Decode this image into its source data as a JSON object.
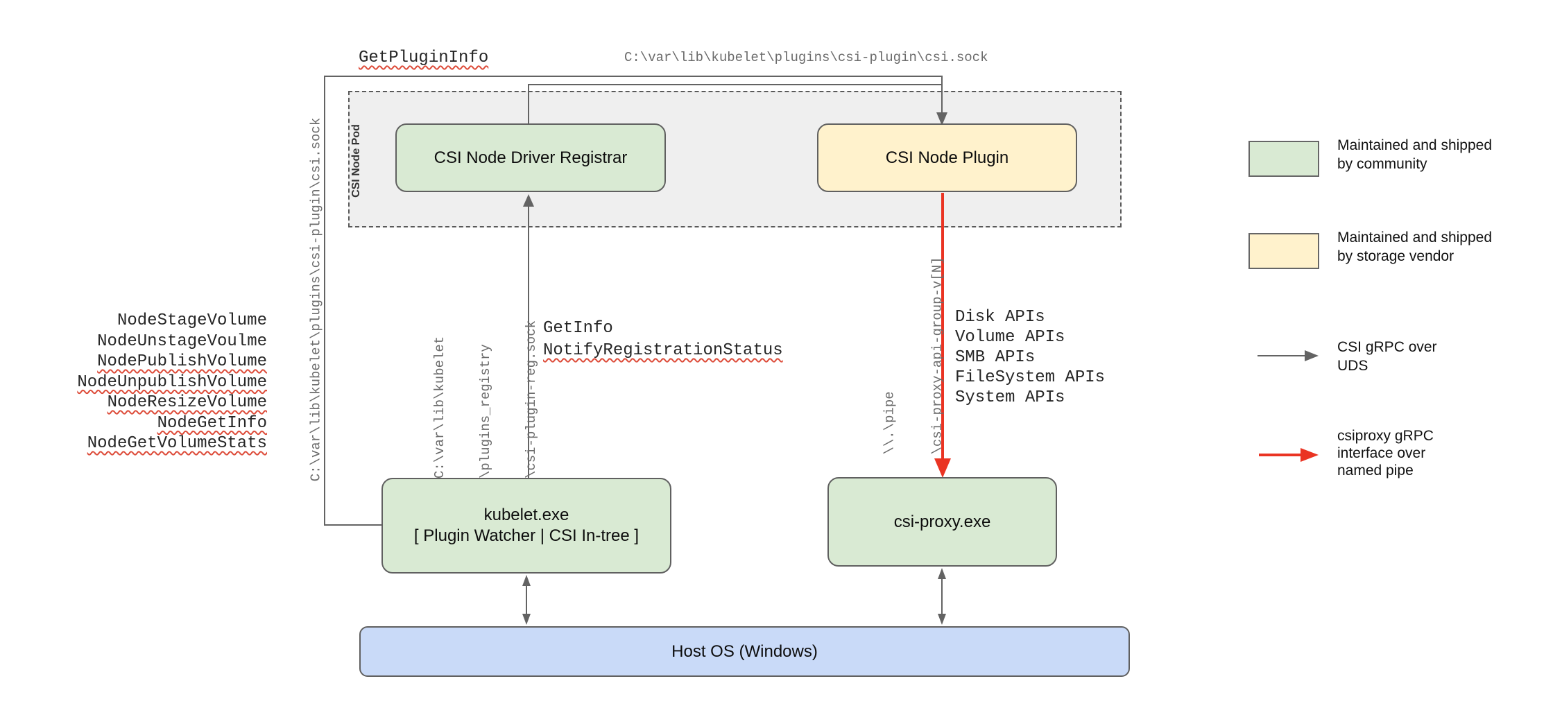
{
  "top_labels": {
    "get_plugin_info": "GetPluginInfo",
    "csi_sock_path": "C:\\var\\lib\\kubelet\\plugins\\csi-plugin\\csi.sock"
  },
  "pod": {
    "label": "CSI Node Pod",
    "registrar": "CSI Node Driver Registrar",
    "plugin": "CSI Node Plugin"
  },
  "nodes": {
    "kubelet_line1": "kubelet.exe",
    "kubelet_line2": "[ Plugin Watcher | CSI In-tree ]",
    "csi_proxy": "csi-proxy.exe",
    "host_os": "Host OS (Windows)"
  },
  "node_methods": [
    "NodeStageVolume",
    "NodeUnstageVoulme",
    "NodePublishVolume",
    "NodeUnpublishVolume",
    "NodeResizeVolume",
    "NodeGetInfo",
    "NodeGetVolumeStats"
  ],
  "left_vertical_path": "C:\\var\\lib\\kubelet\\plugins\\csi-plugin\\csi.sock",
  "registration": {
    "line1": "GetInfo",
    "line2": "NotifyRegistrationStatus",
    "socket_path_lines": [
      "C:\\var\\lib\\kubelet",
      "\\plugins_registry",
      "\\csi-plugin-reg.sock"
    ]
  },
  "proxy": {
    "pipe_lines": [
      "\\\\.\\pipe",
      "\\csi-proxy-api-group-v[N]"
    ],
    "apis": [
      "Disk APIs",
      "Volume APIs",
      "SMB APIs",
      "FileSystem APIs",
      "System APIs"
    ]
  },
  "legend": {
    "community_lines": [
      "Maintained and shipped",
      "by community"
    ],
    "vendor_lines": [
      "Maintained and shipped",
      "by storage vendor"
    ],
    "uds_lines": [
      "CSI gRPC over",
      "UDS"
    ],
    "pipe_lines": [
      "csiproxy gRPC",
      "interface over",
      "named pipe"
    ]
  },
  "colors": {
    "community_green": "#d9ead3",
    "vendor_yellow": "#fff2cc",
    "host_blue": "#c9daf8",
    "pod_gray": "#efefef",
    "line_gray": "#636363",
    "named_pipe_red": "#ea3423",
    "spellcheck_red": "#dd4b39"
  }
}
